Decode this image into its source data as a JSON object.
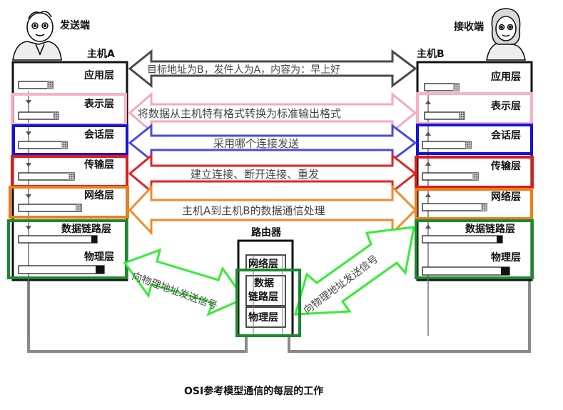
{
  "sender": {
    "role_label": "发送端",
    "host_label": "主机A"
  },
  "receiver": {
    "role_label": "接收端",
    "host_label": "主机B"
  },
  "layers": {
    "application": "应用层",
    "presentation": "表示层",
    "session": "会话层",
    "transport": "传输层",
    "network": "网络层",
    "datalink": "数据链路层",
    "physical": "物理层"
  },
  "router": {
    "title": "路由器",
    "network": "网络层",
    "datalink_line1": "数据",
    "datalink_line2": "链路层",
    "physical": "物理层"
  },
  "messages": {
    "application": "目标地址为B，发件人为A，内容为：早上好",
    "presentation": "将数据从主机特有格式转换为标准输出格式",
    "session": "采用哪个连接发送",
    "transport": "建立连接、断开连接、重发",
    "network": "主机A到主机B的数据通信处理",
    "physical_left": "向物理地址发送信号",
    "physical_right": "向物理地址发送信号"
  },
  "caption": "OSI参考模型通信的每层的工作",
  "colors": {
    "application": "#555555",
    "presentation": "#f7b3c2",
    "session": "#1515d6",
    "transport": "#e01b1b",
    "network": "#f07d18",
    "datalink": "#1a8a2e",
    "physical_signal": "#33ee33",
    "arrow_gray": "#4a4a4a",
    "arrow_pink": "#f6a9bb",
    "arrow_blue": "#4a4ae6",
    "arrow_red": "#e52222",
    "arrow_orange": "#f28a2a"
  }
}
